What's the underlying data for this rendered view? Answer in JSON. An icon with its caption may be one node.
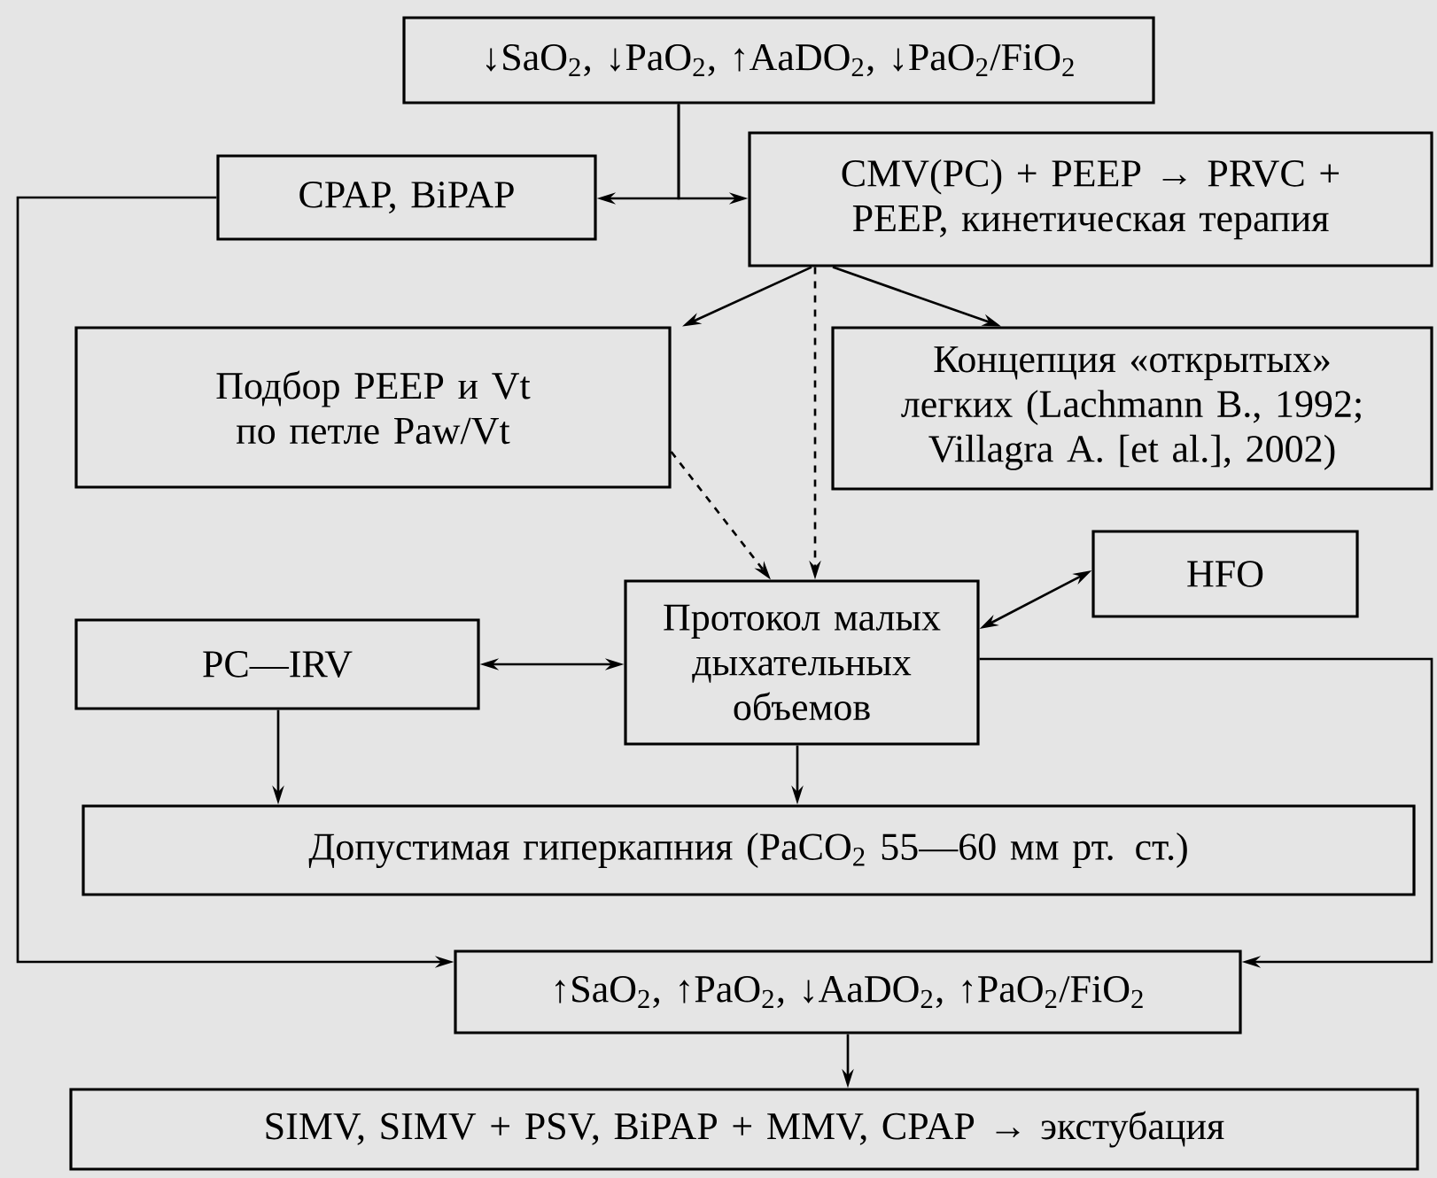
{
  "diagram": {
    "nodes": [
      {
        "text": [
          "↓SaO$_{2}$, ↓PaO$_{2}$, ↑AaDO$_{2}$, ↓PaO$_{2}$/FiO$_{2}$"
        ]
      },
      {
        "text": [
          "CPAP, BiPAP"
        ]
      },
      {
        "text": [
          "CMV(PC) + PEEP → PRVC + PEEP, кинетическая терапия"
        ]
      },
      {
        "text": [
          "Подбор PEEP и Vt по петле Paw/Vt"
        ]
      },
      {
        "text": [
          "Концепция «открытых» легких (Lachmann B., 1992; Villagra A. [et al.], 2002)"
        ]
      },
      {
        "text": [
          "HFO"
        ]
      },
      {
        "text": [
          "Протокол малых дыхательных объемов"
        ]
      },
      {
        "text": [
          "PC—IRV"
        ]
      },
      {
        "text": [
          "Допустимая гиперкапния (PaCO$_{2}$  55—60 мм рт. ст.)"
        ]
      },
      {
        "text": [
          "↑SaO$_{2}$, ↑PaO$_{2}$, ↓AaDO$_{2}$, ↑PaO$_{2}$/FiO$_{2}$"
        ]
      },
      {
        "text": [
          "SIMV, SIMV + PSV, BiPAP + MMV, CPAP → экстубация"
        ]
      }
    ],
    "edges": [
      {
        "from": 0,
        "to": 1,
        "arrow": "to"
      },
      {
        "from": 0,
        "to": 2,
        "arrow": "to"
      },
      {
        "from": 2,
        "to": 3,
        "arrow": "to"
      },
      {
        "from": 2,
        "to": 4,
        "arrow": "to"
      },
      {
        "from": 2,
        "to": 6,
        "arrow": "to",
        "style": "dashed"
      },
      {
        "from": 3,
        "to": 6,
        "arrow": "to",
        "style": "dashed"
      },
      {
        "from": 6,
        "to": 5,
        "arrow": "both"
      },
      {
        "from": 7,
        "to": 6,
        "arrow": "both"
      },
      {
        "from": 7,
        "to": 8,
        "arrow": "to"
      },
      {
        "from": 6,
        "to": 8,
        "arrow": "to"
      },
      {
        "from": 1,
        "to": 9,
        "arrow": "to"
      },
      {
        "from": 6,
        "to": 9,
        "arrow": "to"
      },
      {
        "from": 9,
        "to": 10,
        "arrow": "to"
      }
    ]
  }
}
